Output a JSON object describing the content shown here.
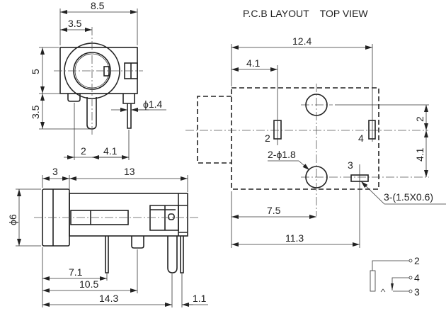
{
  "title": "P.C.B LAYOUT    TOP VIEW",
  "front_view": {
    "width": "8.5",
    "center_offset": "3.5",
    "height_upper": "5",
    "height_lower": "3.5",
    "pin_diameter": "ϕ1.4",
    "pin_spacing_left": "2",
    "pin_spacing_right": "4.1"
  },
  "side_view": {
    "head_length": "3",
    "body_length": "13",
    "diameter": "ϕ6",
    "pin1": "7.1",
    "pin2": "10.5",
    "pin3": "14.3",
    "pin4": "1.1"
  },
  "pcb_layout": {
    "width": "12.4",
    "slot_offset": "4.1",
    "hole_offset_top": "2",
    "hole_offset_bottom": "4.1",
    "hole_x": "7.5",
    "slot3_x": "11.3",
    "pad2_label": "2",
    "pad4_label": "4",
    "pad3_label": "3",
    "holes_note": "2-ϕ1.8",
    "slots_note": "3-(1.5X0.6)"
  },
  "schematic": {
    "terminals": [
      "2",
      "4",
      "3"
    ]
  }
}
